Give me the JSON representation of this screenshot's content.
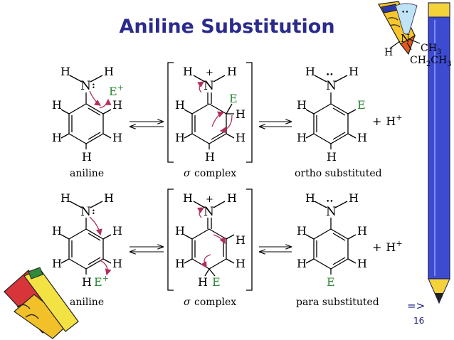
{
  "slide": {
    "title": "Aniline Substitution",
    "slide_number": "16",
    "nav_label": "=>"
  },
  "atoms": {
    "h": "H",
    "n": "N",
    "e": "E",
    "plus": "+",
    "lone_pair": "••",
    "e_plus_base": "E",
    "h_plus": "H",
    "plus_sign": "+"
  },
  "captions": {
    "aniline": "aniline",
    "sigma_symbol": "σ",
    "sigma_word": "complex",
    "ortho": "ortho substituted",
    "para": "para substituted"
  },
  "corner_molecule": {
    "n": "N",
    "h": "H",
    "ch3": "CH",
    "ch3_sub": "3",
    "ch2ch3_a": "CH",
    "ch2ch3_sub1": "2",
    "ch2ch3_b": "CH",
    "ch2ch3_sub2": "3"
  },
  "colors": {
    "title": "#2b2b8c",
    "electrophile": "#2f8a3a",
    "curved_arrow": "#b03060",
    "bond": "#000000"
  },
  "icons": [
    "pencil-clipart-icon",
    "crayon-clipart-icon",
    "curved-arrow-icon",
    "equilibrium-arrow-icon"
  ]
}
